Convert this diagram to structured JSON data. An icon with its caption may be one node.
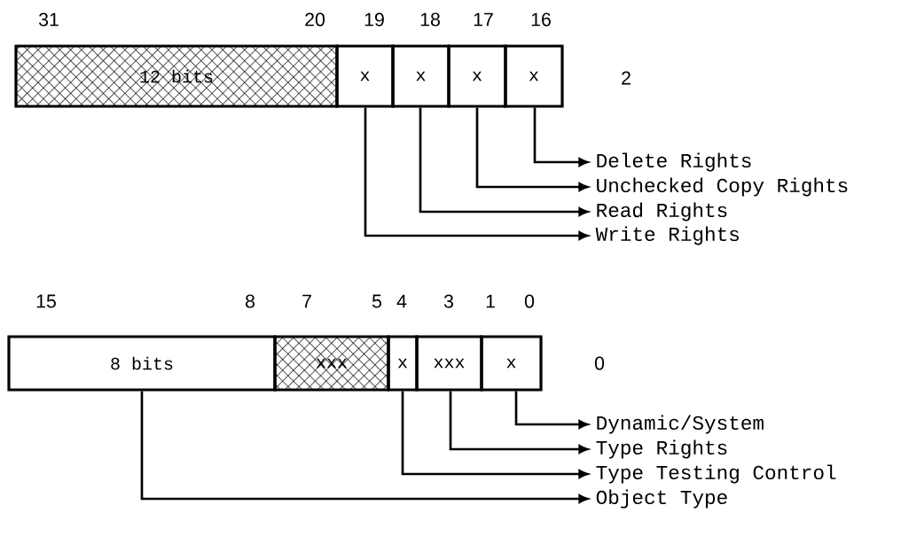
{
  "diagram": {
    "nodes": [
      {
        "text": [
          "12 bits"
        ]
      },
      {
        "text": [
          "x"
        ]
      },
      {
        "text": [
          "x"
        ]
      },
      {
        "text": [
          "x"
        ]
      },
      {
        "text": [
          "x"
        ]
      },
      {
        "text": [
          "Delete Rights"
        ]
      },
      {
        "text": [
          "Unchecked Copy Rights"
        ]
      },
      {
        "text": [
          "Read Rights"
        ]
      },
      {
        "text": [
          "Write Rights"
        ]
      },
      {
        "text": [
          "8 bits"
        ]
      },
      {
        "text": [
          "xxx"
        ]
      },
      {
        "text": [
          "x"
        ]
      },
      {
        "text": [
          "xxx"
        ]
      },
      {
        "text": [
          "x"
        ]
      },
      {
        "text": [
          "Dynamic/System"
        ]
      },
      {
        "text": [
          "Type Rights"
        ]
      },
      {
        "text": [
          "Type Testing Control"
        ]
      },
      {
        "text": [
          "Object Type"
        ]
      }
    ],
    "edges": [
      {
        "from": 4,
        "to": 5,
        "arrow": "to"
      },
      {
        "from": 3,
        "to": 6,
        "arrow": "to"
      },
      {
        "from": 2,
        "to": 7,
        "arrow": "to"
      },
      {
        "from": 1,
        "to": 8,
        "arrow": "to"
      },
      {
        "from": 13,
        "to": 14,
        "arrow": "to"
      },
      {
        "from": 12,
        "to": 15,
        "arrow": "to"
      },
      {
        "from": 11,
        "to": 16,
        "arrow": "to"
      },
      {
        "from": 9,
        "to": 17,
        "arrow": "to"
      }
    ],
    "labels": [
      "31",
      "20",
      "19",
      "18",
      "17",
      "16",
      "2",
      "15",
      "8",
      "7",
      "5",
      "4",
      "3",
      "1",
      "0",
      "0"
    ]
  }
}
